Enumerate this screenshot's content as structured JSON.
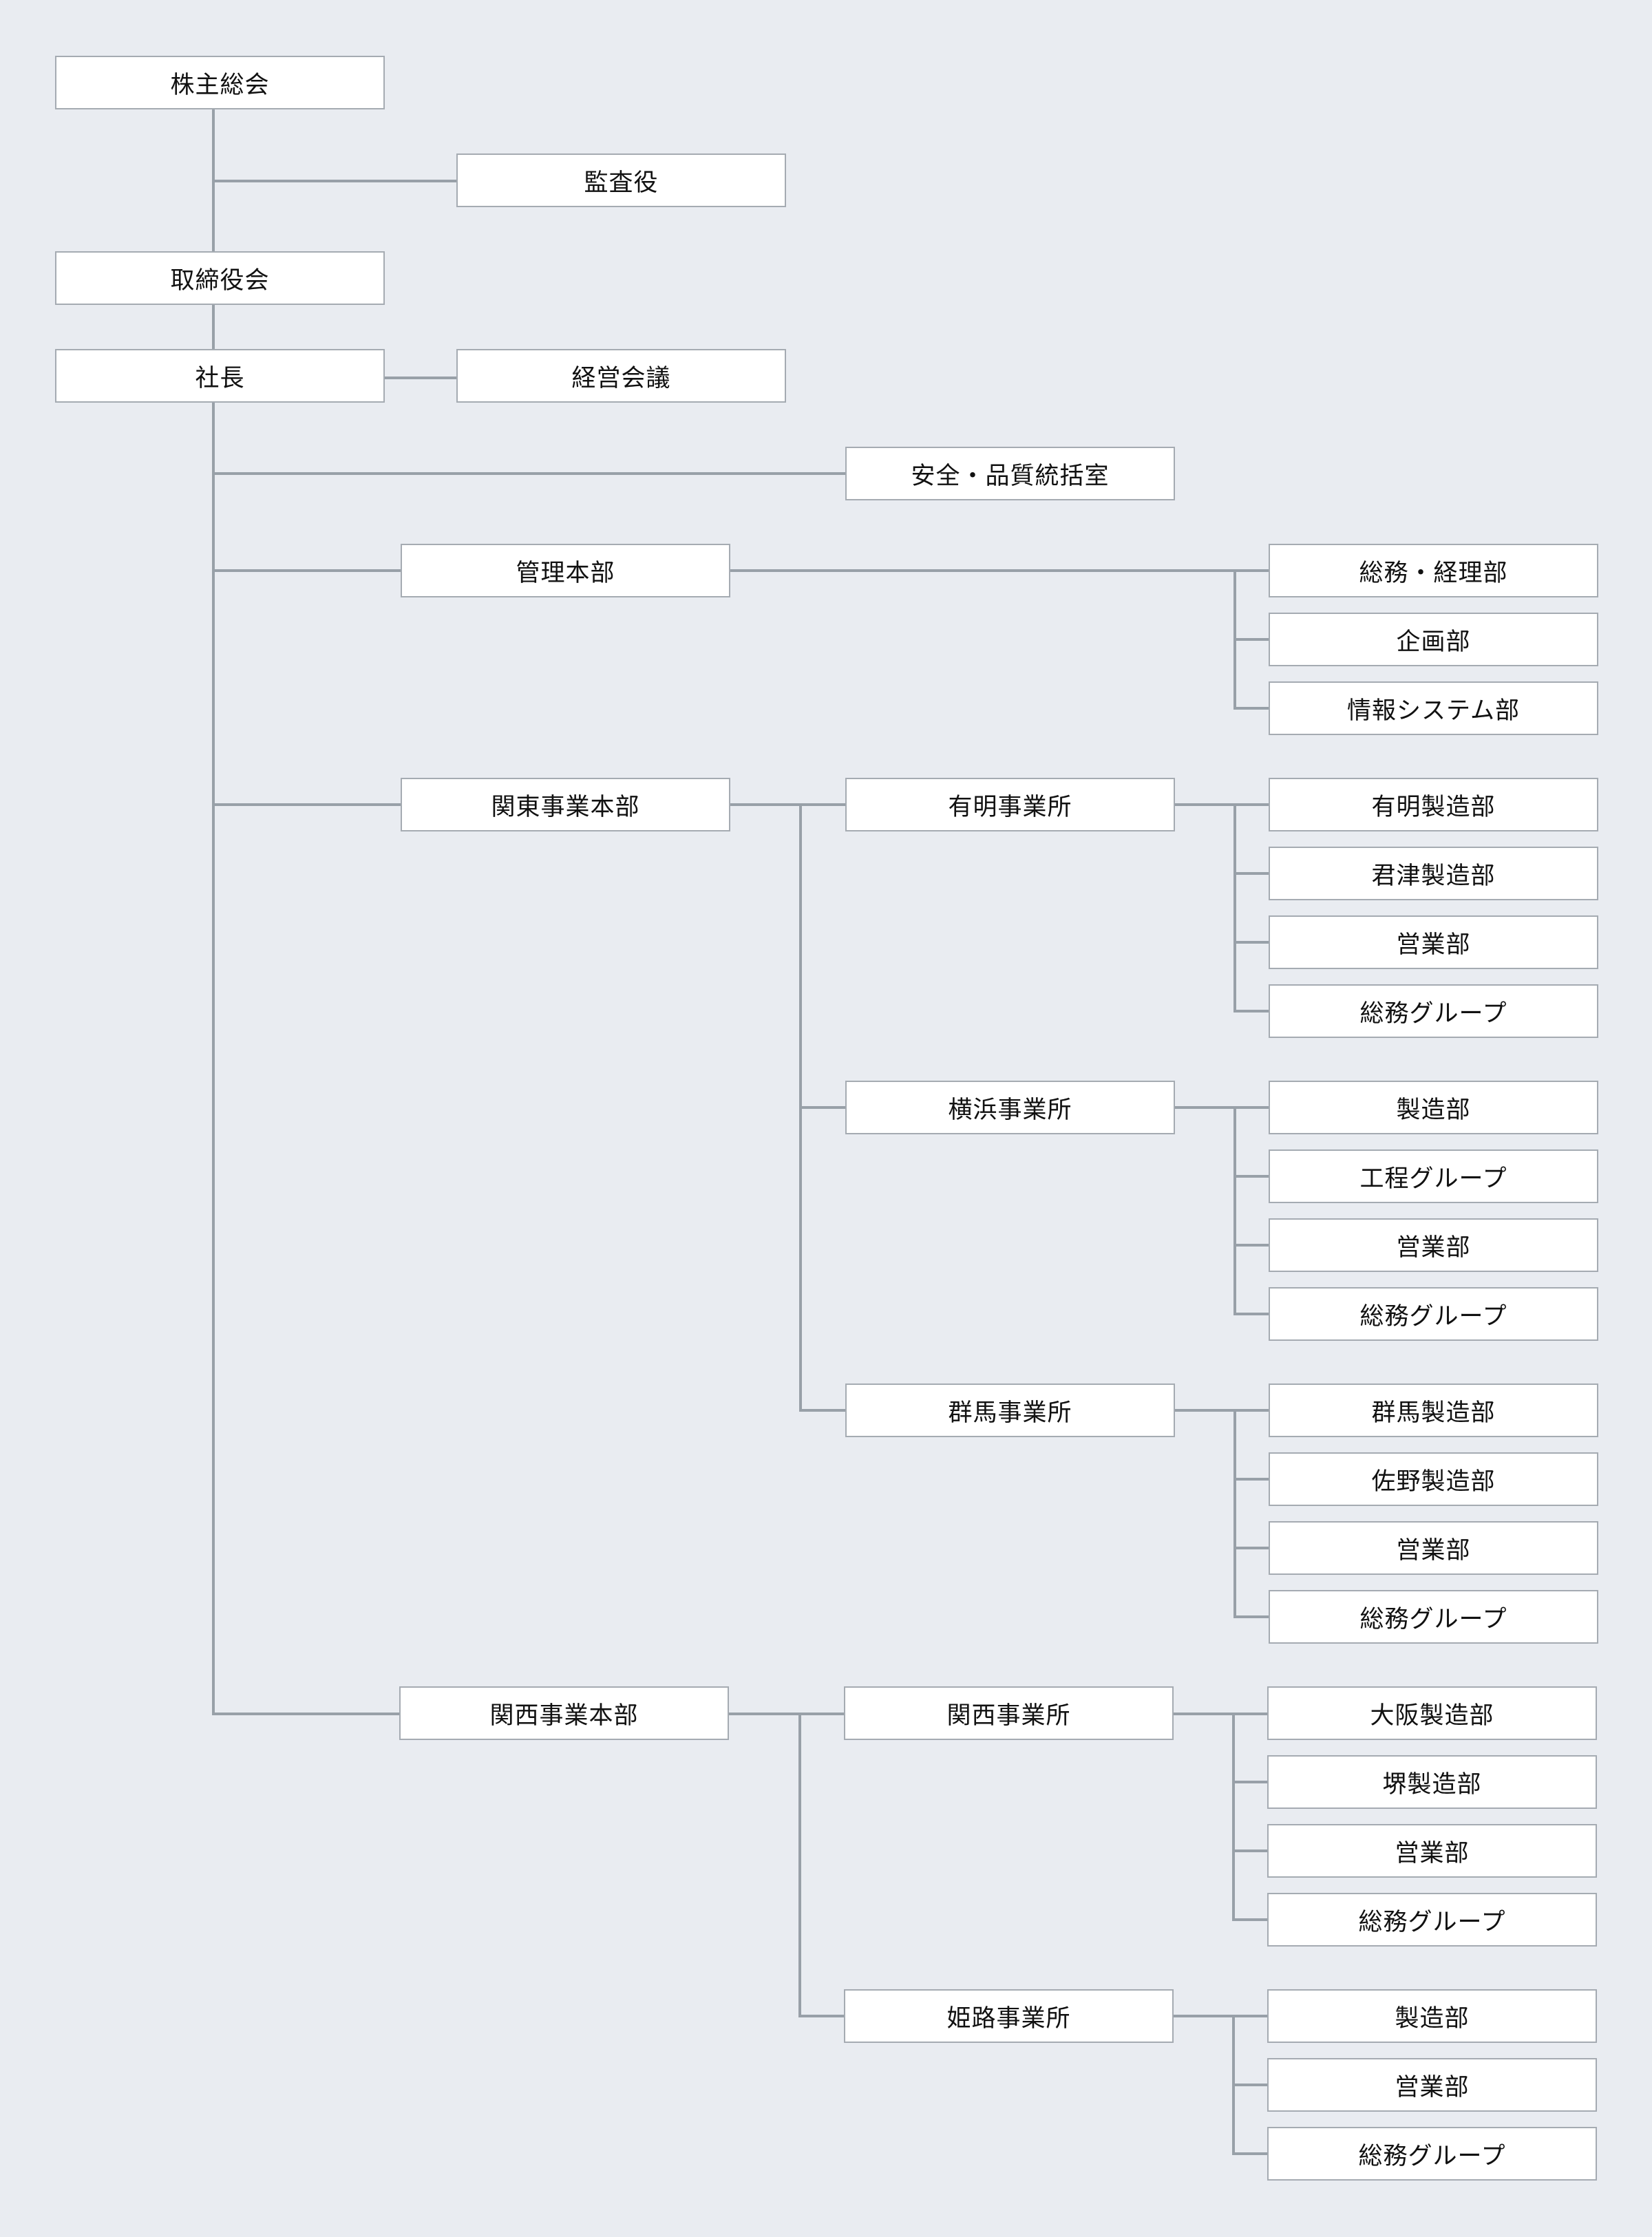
{
  "diagram": {
    "type": "organization-chart",
    "colors": {
      "background": "#e9ecf1",
      "box_fill": "#ffffff",
      "box_border": "#a5abb2",
      "connector": "#98a0a8",
      "text": "#111111"
    },
    "top": {
      "shareholders": "株主総会",
      "auditor": "監査役",
      "board": "取締役会",
      "president": "社長",
      "management_meeting": "経営会議",
      "safety_quality_office": "安全・品質統括室"
    },
    "admin_hq": {
      "name": "管理本部",
      "departments": [
        "総務・経理部",
        "企画部",
        "情報システム部"
      ]
    },
    "kanto_hq": {
      "name": "関東事業本部",
      "offices": [
        {
          "name": "有明事業所",
          "departments": [
            "有明製造部",
            "君津製造部",
            "営業部",
            "総務グループ"
          ]
        },
        {
          "name": "横浜事業所",
          "departments": [
            "製造部",
            "工程グループ",
            "営業部",
            "総務グループ"
          ]
        },
        {
          "name": "群馬事業所",
          "departments": [
            "群馬製造部",
            "佐野製造部",
            "営業部",
            "総務グループ"
          ]
        }
      ]
    },
    "kansai_hq": {
      "name": "関西事業本部",
      "offices": [
        {
          "name": "関西事業所",
          "departments": [
            "大阪製造部",
            "堺製造部",
            "営業部",
            "総務グループ"
          ]
        },
        {
          "name": "姫路事業所",
          "departments": [
            "製造部",
            "営業部",
            "総務グループ"
          ]
        }
      ]
    }
  }
}
